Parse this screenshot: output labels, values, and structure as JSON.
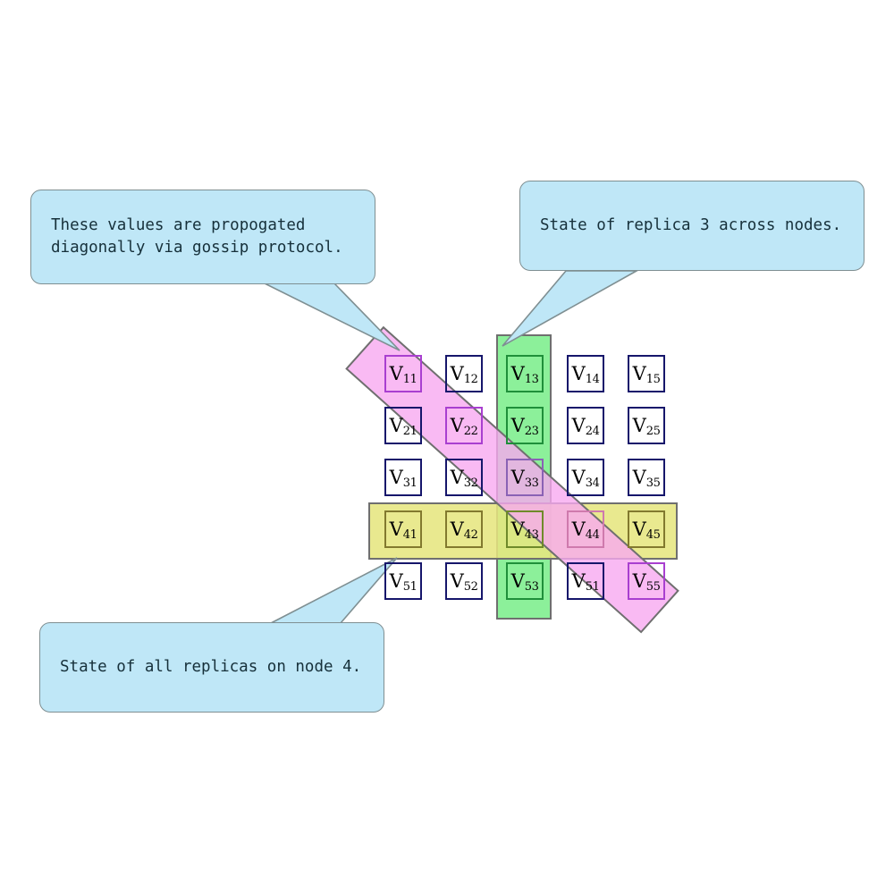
{
  "diagram": {
    "title": "Replica state grid with gossip propagation",
    "colors": {
      "cell_border": "#16166b",
      "callout_fill": "#bfe7f7",
      "callout_border": "#7f8f92",
      "diagonal_band": "#f7a9f0",
      "column_band": "#8cf09a",
      "row_band": "#e6e680",
      "band_outline": "#6f6f6f"
    },
    "grid": {
      "rows": 5,
      "cols": 5,
      "cells": [
        [
          {
            "label": "V",
            "sub": "11",
            "highlight": "magenta"
          },
          {
            "label": "V",
            "sub": "12",
            "highlight": "none"
          },
          {
            "label": "V",
            "sub": "13",
            "highlight": "green"
          },
          {
            "label": "V",
            "sub": "14",
            "highlight": "none"
          },
          {
            "label": "V",
            "sub": "15",
            "highlight": "none"
          }
        ],
        [
          {
            "label": "V",
            "sub": "21",
            "highlight": "none"
          },
          {
            "label": "V",
            "sub": "22",
            "highlight": "magenta"
          },
          {
            "label": "V",
            "sub": "23",
            "highlight": "green"
          },
          {
            "label": "V",
            "sub": "24",
            "highlight": "none"
          },
          {
            "label": "V",
            "sub": "25",
            "highlight": "none"
          }
        ],
        [
          {
            "label": "V",
            "sub": "31",
            "highlight": "none"
          },
          {
            "label": "V",
            "sub": "32",
            "highlight": "none"
          },
          {
            "label": "V",
            "sub": "33",
            "highlight": "purple"
          },
          {
            "label": "V",
            "sub": "34",
            "highlight": "none"
          },
          {
            "label": "V",
            "sub": "35",
            "highlight": "none"
          }
        ],
        [
          {
            "label": "V",
            "sub": "41",
            "highlight": "yellow"
          },
          {
            "label": "V",
            "sub": "42",
            "highlight": "yellow"
          },
          {
            "label": "V",
            "sub": "43",
            "highlight": "olive"
          },
          {
            "label": "V",
            "sub": "44",
            "highlight": "pink"
          },
          {
            "label": "V",
            "sub": "45",
            "highlight": "yellow"
          }
        ],
        [
          {
            "label": "V",
            "sub": "51",
            "highlight": "none"
          },
          {
            "label": "V",
            "sub": "52",
            "highlight": "none"
          },
          {
            "label": "V",
            "sub": "53",
            "highlight": "green"
          },
          {
            "label": "V",
            "sub": "51",
            "highlight": "none"
          },
          {
            "label": "V",
            "sub": "55",
            "highlight": "magenta"
          }
        ]
      ]
    },
    "callouts": {
      "gossip": {
        "text": "These values are propogated\ndiagonally via gossip protocol."
      },
      "replica": {
        "text": "State of replica 3 across nodes."
      },
      "node": {
        "text": "State of all replicas on node 4."
      }
    },
    "bands": {
      "diagonal": {
        "name": "gossip-diagonal-band"
      },
      "column": {
        "name": "replica-3-column-band"
      },
      "row": {
        "name": "node-4-row-band"
      }
    }
  }
}
